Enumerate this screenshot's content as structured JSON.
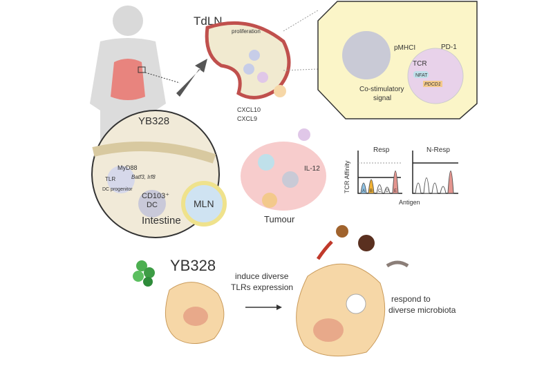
{
  "lymph_node": {
    "title": "TdLN",
    "proliferation": "proliferation"
  },
  "synapse": {
    "pmhc": "pMHCI",
    "pd1": "PD-1",
    "tcr": "TCR",
    "nfat": "NFAT",
    "pdcd1": "PDCD1",
    "costim_line1": "Co-stimulatory",
    "costim_line2": "signal"
  },
  "tumour": {
    "chemokine1": "CXCL10",
    "chemokine2": "CXCL9",
    "il12": "IL-12",
    "label": "Tumour"
  },
  "intestine": {
    "strain": "YB328",
    "tlr": "TLR",
    "myd88": "MyD88",
    "genes": "Batf3, Irf8",
    "progenitor": "DC progenitor",
    "cd103_line1": "CD103⁺",
    "cd103_line2": "DC",
    "mln": "MLN",
    "label": "Intestine"
  },
  "affinity_plots": {
    "ylabel": "TCR Affinity",
    "xlabel": "Antigen",
    "panels": [
      {
        "title": "Resp"
      },
      {
        "title": "N-Resp"
      }
    ],
    "antigens": [
      "A",
      "B",
      "C",
      "D",
      "E"
    ]
  },
  "bottom": {
    "strain": "YB328",
    "step1_line1": "induce diverse",
    "step1_line2": "TLRs expression",
    "step2_line1": "respond to",
    "step2_line2": "diverse microbiota"
  },
  "colors": {
    "cell": "#f6d7a7",
    "cell_stroke": "#c99a5a",
    "node_bg": "#fbf5c8",
    "tumour": "#f6c7c7",
    "peak_a": "#8fc3e6",
    "peak_b": "#f2b233",
    "peak_e": "#e4958f"
  }
}
